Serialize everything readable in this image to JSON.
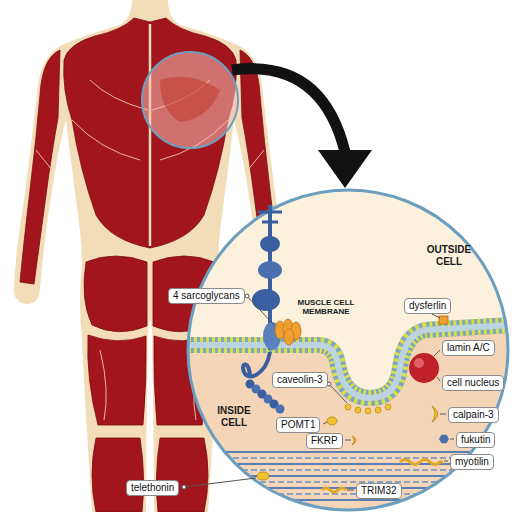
{
  "diagram": {
    "nodes": [
      {
        "text": [
          "4 sarcoglycans"
        ]
      },
      {
        "text": [
          "dysferlin"
        ]
      },
      {
        "text": [
          "lamin A/C"
        ]
      },
      {
        "text": [
          "cell nucleus"
        ]
      },
      {
        "text": [
          "caveolin-3"
        ]
      },
      {
        "text": [
          "calpain-3"
        ]
      },
      {
        "text": [
          "POMT1"
        ]
      },
      {
        "text": [
          "FKRP"
        ]
      },
      {
        "text": [
          "fukutin"
        ]
      },
      {
        "text": [
          "myotilin"
        ]
      },
      {
        "text": [
          "telethonin"
        ]
      },
      {
        "text": [
          "TRIM32"
        ]
      }
    ],
    "labels": [
      "OUTSIDE CELL",
      "MUSCLE CELL MEMBRANE",
      "INSIDE CELL"
    ]
  }
}
